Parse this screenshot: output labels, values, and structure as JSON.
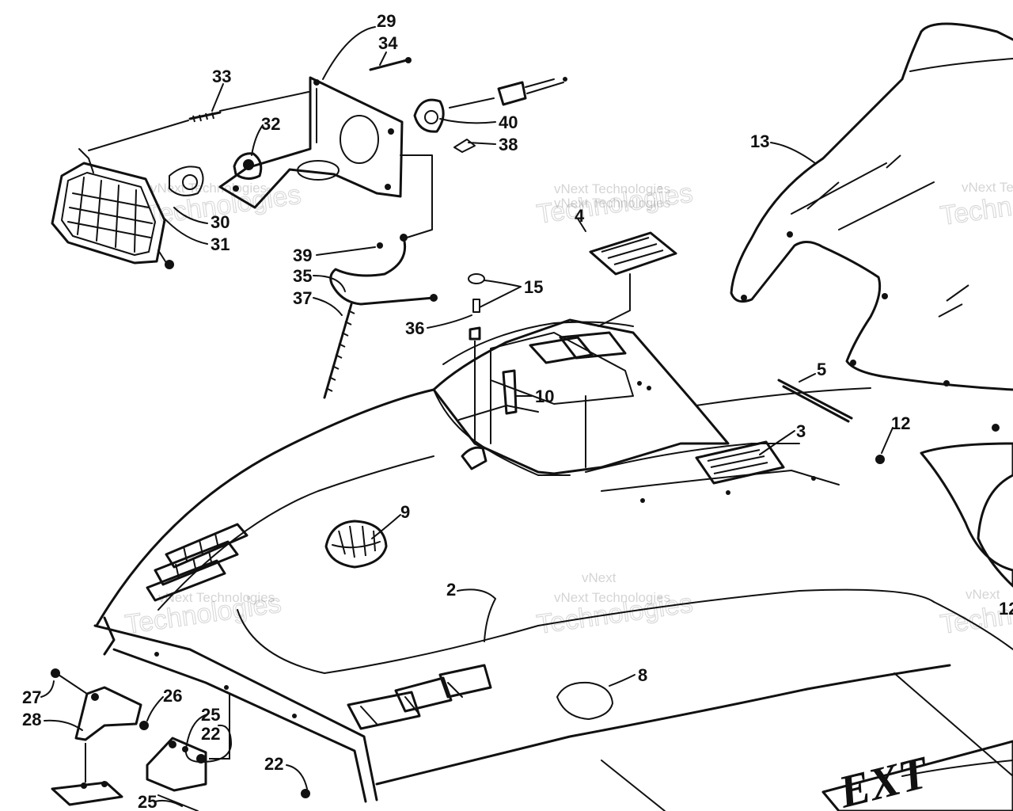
{
  "callouts": [
    {
      "label": "29"
    },
    {
      "label": "34"
    },
    {
      "label": "33"
    },
    {
      "label": "32"
    },
    {
      "label": "40"
    },
    {
      "label": "38"
    },
    {
      "label": "13"
    },
    {
      "label": "30"
    },
    {
      "label": "31"
    },
    {
      "label": "39"
    },
    {
      "label": "35"
    },
    {
      "label": "37"
    },
    {
      "label": "15"
    },
    {
      "label": "36"
    },
    {
      "label": "10"
    },
    {
      "label": "5"
    },
    {
      "label": "3"
    },
    {
      "label": "12"
    },
    {
      "label": "9"
    },
    {
      "label": "2"
    },
    {
      "label": "8"
    },
    {
      "label": "27"
    },
    {
      "label": "26"
    },
    {
      "label": "28"
    },
    {
      "label": "25"
    },
    {
      "label": "22"
    },
    {
      "label": "22"
    },
    {
      "label": "25"
    },
    {
      "label": "4"
    },
    {
      "label": "12"
    }
  ],
  "watermark": {
    "line1": "vNext Technologies",
    "line2": "Technologies",
    "line3": "vNext",
    "line4": "vNext Te",
    "line5": "Techn"
  },
  "decal_text": "EXT"
}
